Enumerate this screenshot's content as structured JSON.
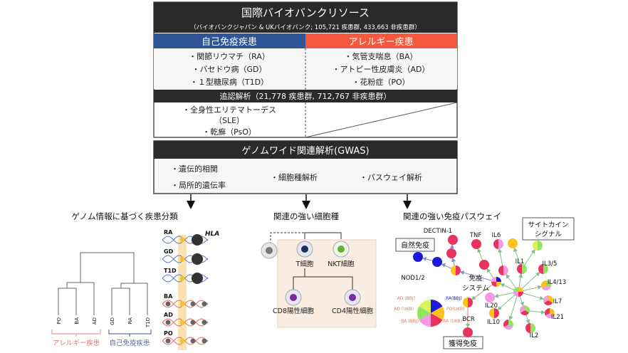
{
  "resource_box": {
    "title": "国際バイオバンクリソース",
    "subtitle": "（バイオバンクジャパン & UKバイオバンク; 105,721 疾患群, 433,663 非疾患群）",
    "autoimmune_header": "自己免疫疾患",
    "allergy_header": "アレルギー疾患",
    "autoimmune_items": [
      "・関節リウマチ（RA）",
      "・バセドウ病（GD）",
      "・１型糖尿病（T1D）"
    ],
    "allergy_items": [
      "・気管支喘息（BA）",
      "・アトピー性皮膚炎（AD）",
      "・花粉症（PO）"
    ],
    "replication_header": "追認解析（21,778 疾患群, 712,767 非疾患群）",
    "replication_items": [
      "・全身性エリテマトーデス",
      "（SLE）",
      "・乾癬（PsO）"
    ]
  },
  "gwas_box": {
    "title": "ゲノムワイド関連解析(GWAS)",
    "col1": [
      "・遺伝的相関",
      "・局所的遺伝率"
    ],
    "col2": "・細胞種解析",
    "col3": "・パスウェイ解析"
  },
  "left_panel": {
    "title": "ゲノム情報に基づく疾患分類",
    "leaves": [
      "PO",
      "BA",
      "AD",
      "GD",
      "RA",
      "T1D"
    ],
    "group_allergy": "アレルギー疾患",
    "group_autoimmune": "自己免疫疾患",
    "dna_rows": [
      "RA",
      "GD",
      "T1D",
      "BA",
      "AD",
      "PO"
    ],
    "hla_label": "HLA"
  },
  "middle_panel": {
    "title": "関連の強い細胞種",
    "t_cell": "T細胞",
    "nkt_cell": "NKT細胞",
    "cd8": "CD8陽性細胞",
    "cd4": "CD4陽性細胞"
  },
  "right_panel": {
    "title": "関連の強い免疫パスウェイ",
    "innate_box": "自然免疫",
    "cytokine_box": [
      "サイトカイン",
      "シグナル"
    ],
    "acquired_box": "獲得免疫",
    "center_label": [
      "免疫",
      "システム"
    ],
    "node_labels": {
      "dectin": "DECTIN-1",
      "nod": "NOD1/2",
      "tnf": "TNF",
      "il6": "IL6",
      "il1": "IL1",
      "il35": "IL3/5",
      "il413": "IL4/13",
      "il7": "IL7",
      "il20": "IL20",
      "il10": "IL10",
      "il21": "IL21",
      "il2": "IL2",
      "bcr": "BCR"
    },
    "legend": {
      "ad_bbj": "AD (BBJ)",
      "ra_bbj": "RA(BBJ)",
      "ad_ukb": "AD (UKB)",
      "po_ukb": "PO(UKB)",
      "ba_bbj": "BA (BBJ)",
      "ba_ukb": "BA (UKB)"
    }
  },
  "colors": {
    "dark": "#2b2a2a",
    "autoimmune": "#2f5597",
    "allergy": "#f4583e",
    "red": "#e8335e",
    "pink": "#f39ae2",
    "green": "#8ee65e",
    "yellow": "#fbc21c",
    "blue": "#1c1ad8",
    "lime": "#d8f35e"
  }
}
